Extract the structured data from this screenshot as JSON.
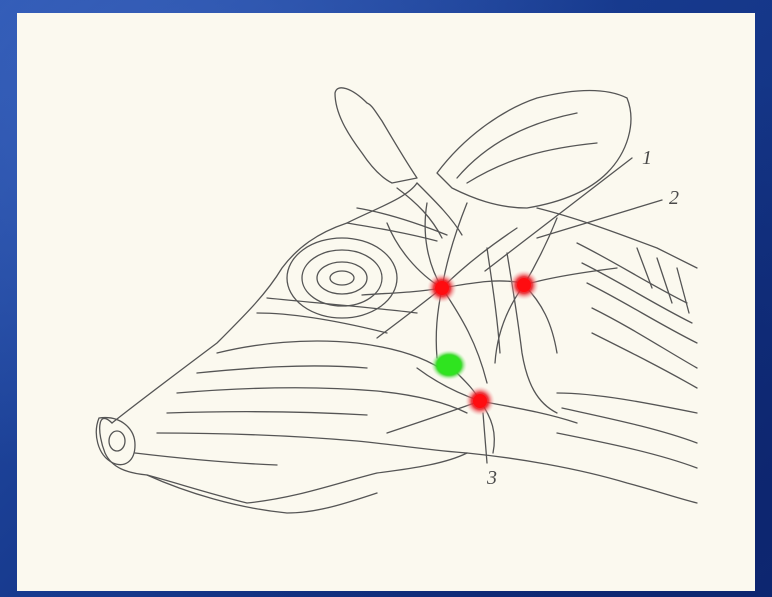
{
  "slide": {
    "background_color": "#1a3d8f",
    "panel_color": "#fbf9ef"
  },
  "diagram": {
    "subject": "cow-head-lymph-node-illustration",
    "line_color": "#555555",
    "labels": {
      "one": "1",
      "two": "2",
      "three": "3"
    },
    "markers": [
      {
        "id": "upper-left-red",
        "color": "#e8232a"
      },
      {
        "id": "upper-right-red",
        "color": "#e8232a"
      },
      {
        "id": "green",
        "color": "#39d62a"
      },
      {
        "id": "lower-red",
        "color": "#e8232a"
      }
    ]
  }
}
